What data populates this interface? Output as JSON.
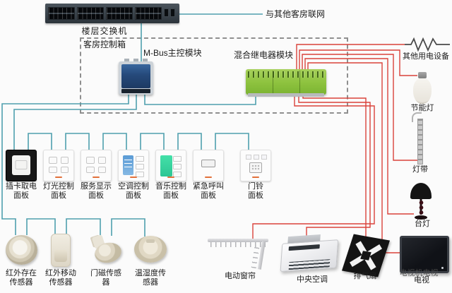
{
  "switch": {
    "label": "楼层交换机",
    "uplink_label": "与其他客房联网"
  },
  "control_box": {
    "label": "客房控制箱",
    "mbus_label": "M-Bus主控模块",
    "relay_label": "混合继电器模块"
  },
  "panels": [
    {
      "label": "插卡取电\n面板"
    },
    {
      "label": "灯光控制\n面板"
    },
    {
      "label": "服务显示\n面板"
    },
    {
      "label": "空调控制\n面板"
    },
    {
      "label": "音乐控制\n面板"
    },
    {
      "label": "紧急呼叫\n面板"
    },
    {
      "label": "门铃\n面板"
    }
  ],
  "sensors": [
    {
      "label": "红外存在\n传感器"
    },
    {
      "label": "红外移动\n传感器"
    },
    {
      "label": "门磁传感\n器"
    },
    {
      "label": "温湿度传\n感器"
    }
  ],
  "right_loads": [
    {
      "label": "其他用电设备"
    },
    {
      "label": "节能灯"
    },
    {
      "label": "灯带"
    },
    {
      "label": "台灯"
    }
  ],
  "appliances": [
    {
      "label": "电动窗帘"
    },
    {
      "label": "中央空调"
    },
    {
      "label": "排气扇"
    },
    {
      "label": "电视",
      "watermark": "电视机电视"
    }
  ],
  "colors": {
    "bus_wire": "#4fa0ae",
    "power_wire": "#d9423a",
    "box_border": "#8f8f8f",
    "relay_module": "#8dc23e",
    "mbus_module": "#25497a"
  }
}
